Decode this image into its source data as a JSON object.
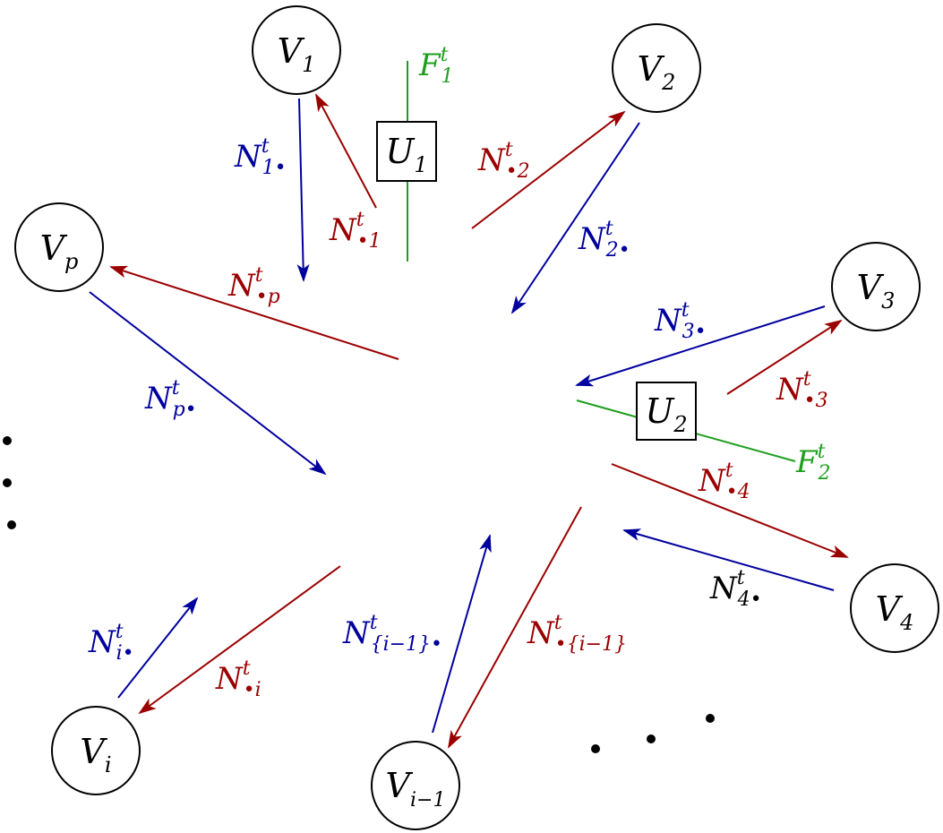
{
  "colors": {
    "blue": "#00009e",
    "red": "#9b0000",
    "green": "#1e9e1e",
    "black": "#000000"
  },
  "nodes": {
    "v1": {
      "main": "V",
      "sub": "1"
    },
    "v2": {
      "main": "V",
      "sub": "2"
    },
    "vp": {
      "main": "V",
      "sub": "p"
    },
    "v3": {
      "main": "V",
      "sub": "3"
    },
    "v4": {
      "main": "V",
      "sub": "4"
    },
    "vi": {
      "main": "V",
      "sub": "i"
    },
    "vi1": {
      "main": "V",
      "sub": "i−1"
    }
  },
  "boxes": {
    "u1": {
      "main": "U",
      "sub": "1"
    },
    "u2": {
      "main": "U",
      "sub": "2"
    }
  },
  "flows": {
    "f1": {
      "main": "F",
      "sup": "t",
      "sub": "1"
    },
    "f2": {
      "main": "F",
      "sup": "t",
      "sub": "2"
    }
  },
  "labels": {
    "n1_in": {
      "main": "N",
      "sup": "t",
      "sub": "1•"
    },
    "n1_out": {
      "main": "N",
      "sup": "t",
      "sub": "•1"
    },
    "n2_out": {
      "main": "N",
      "sup": "t",
      "sub": "•2"
    },
    "n2_in": {
      "main": "N",
      "sup": "t",
      "sub": "2•"
    },
    "np_out": {
      "main": "N",
      "sup": "t",
      "sub": "•p"
    },
    "np_in": {
      "main": "N",
      "sup": "t",
      "sub": "p•"
    },
    "n3_in": {
      "main": "N",
      "sup": "t",
      "sub": "3•"
    },
    "n3_out": {
      "main": "N",
      "sup": "t",
      "sub": "•3"
    },
    "n4_out": {
      "main": "N",
      "sup": "t",
      "sub": "•4"
    },
    "n4_in": {
      "main": "N",
      "sup": "t",
      "sub": "4•"
    },
    "ni_in": {
      "main": "N",
      "sup": "t",
      "sub": "i•"
    },
    "ni_out": {
      "main": "N",
      "sup": "t",
      "sub": "•i"
    },
    "ni1_in": {
      "main": "N",
      "sup": "t",
      "sub": "{i−1}•"
    },
    "ni1_out": {
      "main": "N",
      "sup": "t",
      "sub": "•{i−1}"
    }
  }
}
